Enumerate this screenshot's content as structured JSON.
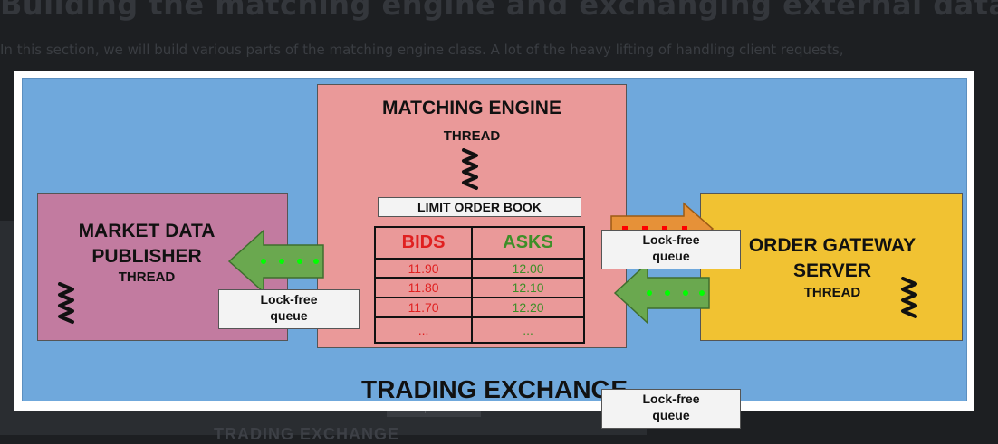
{
  "page": {
    "title": "Building the matching engine and exchanging external data",
    "paragraph_lines": [
      "In this section, we will build various parts of the matching engine class. A lot of the heavy lifting of handling client requests,"
    ]
  },
  "diagram": {
    "exchange_label": "TRADING EXCHANGE",
    "market_data_publisher": {
      "title_line1": "MARKET DATA",
      "title_line2": "PUBLISHER",
      "thread_label": "THREAD",
      "icon": "spring-thread-icon"
    },
    "matching_engine": {
      "title": "MATCHING ENGINE",
      "thread_label": "THREAD",
      "icon": "spring-thread-icon",
      "order_book_title": "LIMIT ORDER BOOK",
      "bids_header": "BIDS",
      "asks_header": "ASKS",
      "rows": [
        {
          "bid": "11.90",
          "ask": "12.00"
        },
        {
          "bid": "11.80",
          "ask": "12.10"
        },
        {
          "bid": "11.70",
          "ask": "12.20"
        },
        {
          "bid": "...",
          "ask": "..."
        }
      ]
    },
    "order_gateway_server": {
      "title_line1": "ORDER GATEWAY",
      "title_line2": "SERVER",
      "thread_label": "THREAD",
      "icon": "spring-thread-icon"
    },
    "queues": [
      {
        "line1": "Lock-free",
        "line2": "queue"
      },
      {
        "line1": "Lock-free",
        "line2": "queue"
      },
      {
        "line1": "Lock-free",
        "line2": "queue"
      }
    ],
    "colors": {
      "exchange": "#6fa8dc",
      "publisher": "#c27ba0",
      "matching_engine": "#ea9999",
      "gateway": "#f1c232",
      "arrow_green": "#6aa84f",
      "arrow_orange": "#e69138",
      "arrow_dot_green": "#00ff00",
      "arrow_dot_red": "#ff0000",
      "bids": "#e02020",
      "asks": "#3d8f28"
    }
  }
}
